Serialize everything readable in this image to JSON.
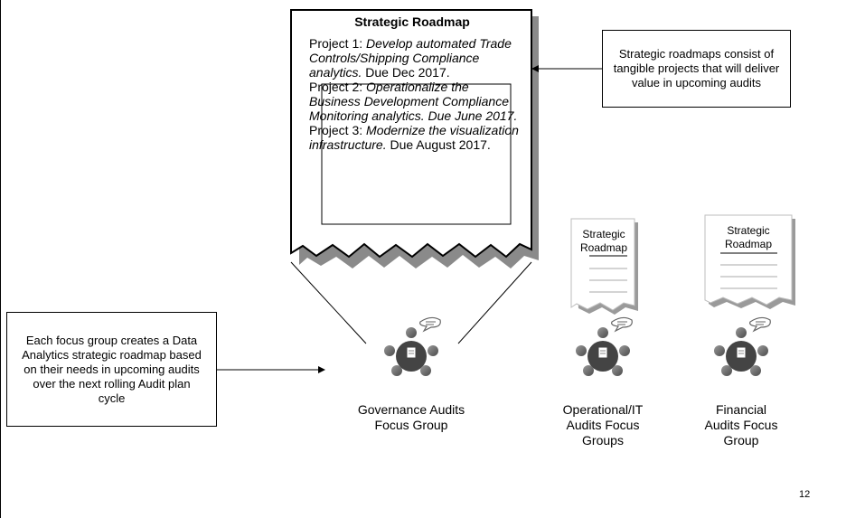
{
  "big_roadmap": {
    "title": "Strategic Roadmap",
    "projects": [
      {
        "prefix": "Project 1: ",
        "italic": "Develop automated Trade Controls/Shipping Compliance analytics.",
        "suffix": " Due Dec 2017."
      },
      {
        "prefix": "Project 2: ",
        "italic": "Operationalize the Business Development Compliance Monitoring analytics. Due June 2017.",
        "suffix": ""
      },
      {
        "prefix": "Project 3: ",
        "italic": "Modernize the visualization infrastructure.",
        "suffix": " Due August 2017."
      }
    ]
  },
  "small_roadmaps": [
    {
      "line1": "Strategic",
      "line2": "Roadmap"
    },
    {
      "line1": "Strategic",
      "line2": "Roadmap"
    }
  ],
  "callouts": {
    "right": "Strategic roadmaps consist of tangible projects that will deliver value in upcoming audits",
    "left": "Each focus group creates a Data Analytics strategic roadmap based on their needs in upcoming audits over the next rolling Audit plan cycle"
  },
  "groups": [
    {
      "label": "Governance Audits Focus Group"
    },
    {
      "label": "Operational/IT Audits Focus Groups"
    },
    {
      "label": "Financial Audits Focus Group"
    }
  ],
  "page_number": "12"
}
